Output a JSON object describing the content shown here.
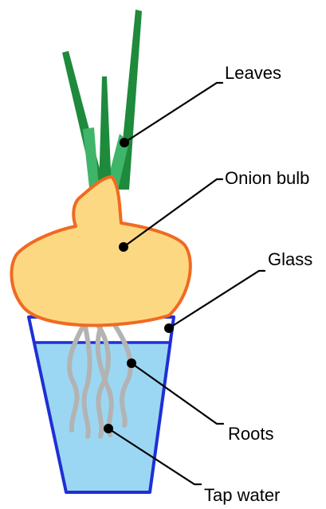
{
  "labels": {
    "leaves": "Leaves",
    "onion_bulb": "Onion bulb",
    "glass": "Glass",
    "roots": "Roots",
    "tap_water": "Tap water"
  },
  "colors": {
    "leaf_dark": "#1e8a3c",
    "leaf_light": "#3fb569",
    "bulb_fill": "#fdd882",
    "bulb_outline": "#f06a22",
    "water": "#9bd7f2",
    "glass_outline": "#1f2fd6",
    "roots": "#b3b3b3",
    "leader_lines": "#000000"
  }
}
